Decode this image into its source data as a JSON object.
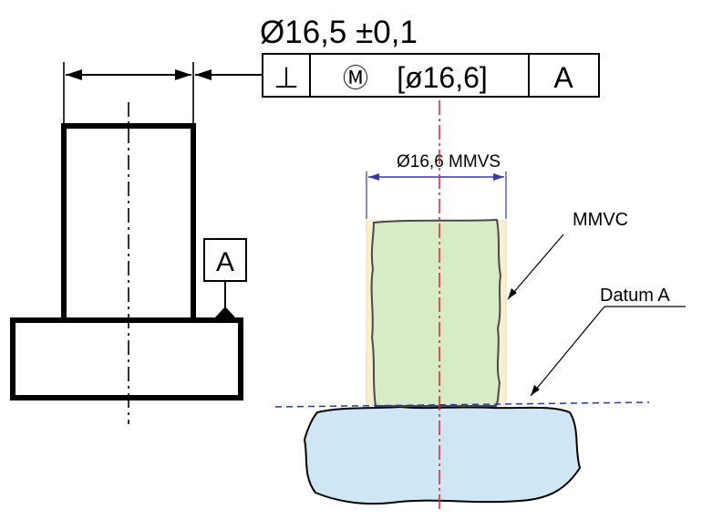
{
  "dimension": {
    "text": "Ø16,5 ±0,1"
  },
  "feature_control_frame": {
    "symbol": "⊥",
    "modifier": "Ⓜ",
    "tolerance": "[ø16,6]",
    "datum": "A"
  },
  "datum_label": "A",
  "virtual_size_label": "Ø16,6 MMVS",
  "mmvc_label": "MMVC",
  "datum_a_label": "Datum A",
  "colors": {
    "outline": "#000000",
    "centerline": "#e02030",
    "dimension_line": "#3a3aa0",
    "datum_plane": "#2a3a9a",
    "mmvs_zone": "#f7efcf",
    "pin_fill": "#d7ecc4",
    "base_fill": "#cfe6f4"
  }
}
